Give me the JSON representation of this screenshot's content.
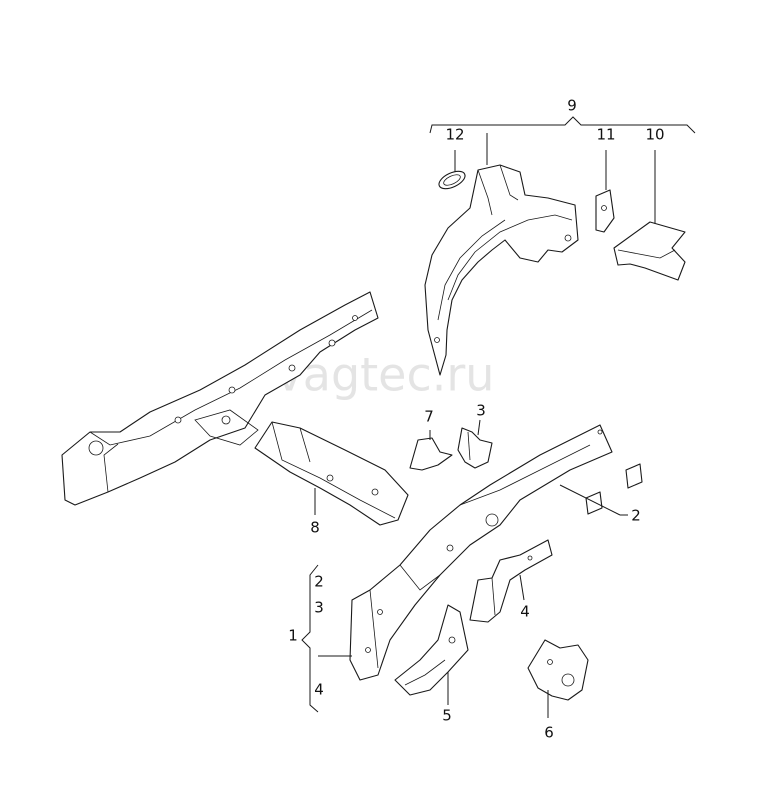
{
  "watermark": "vagtec.ru",
  "callouts": {
    "c1": "1",
    "c2a": "2",
    "c2b": "2",
    "c3a": "3",
    "c3b": "3",
    "c4a": "4",
    "c4b": "4",
    "c5": "5",
    "c6": "6",
    "c7": "7",
    "c8": "8",
    "c9": "9",
    "c10": "10",
    "c11": "11",
    "c12": "12"
  }
}
